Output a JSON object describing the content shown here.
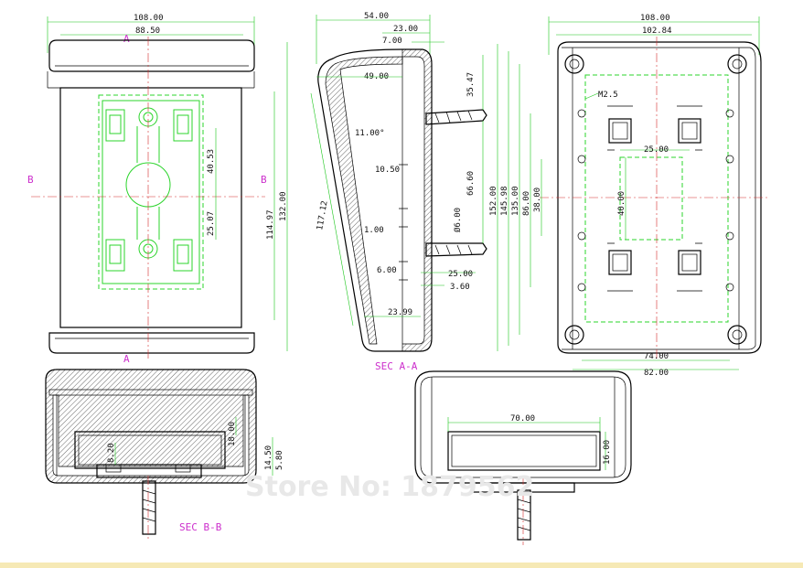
{
  "labels": {
    "sec_aa": "SEC A-A",
    "sec_bb": "SEC B-B",
    "a_top": "A",
    "a_bottom": "A",
    "b_left": "B",
    "b_right": "B",
    "watermark": "Store No: 1879562"
  },
  "dims": {
    "front_108": "108.00",
    "front_88_50": "88.50",
    "front_40_53": "40.53",
    "front_25_07": "25.07",
    "front_114_97": "114.97",
    "front_132": "132.00",
    "side_54": "54.00",
    "side_23": "23.00",
    "side_7": "7.00",
    "side_49": "49.00",
    "side_35_47": "35.47",
    "side_11_deg": "11.00°",
    "side_10_50": "10.50",
    "side_66_60": "66.60",
    "side_117_12": "117.12",
    "side_1": "1.00",
    "side_dia6": "Ø6.00",
    "side_6": "6.00",
    "side_25": "25.00",
    "side_3_60": "3.60",
    "side_23_99": "23.99",
    "back_108": "108.00",
    "back_102_84": "102.84",
    "back_m2_5": "M2.5",
    "back_25": "25.00",
    "back_152": "152.00",
    "back_145_98": "145.98",
    "back_135": "135.00",
    "back_86": "86.00",
    "back_38": "38.00",
    "back_40": "40.00",
    "back_74": "74.00",
    "back_82": "82.00",
    "bb_18": "18.00",
    "bb_8_20": "8.20",
    "bb_14_50": "14.50",
    "bb_5_80": "5.80",
    "end_70": "70.00",
    "end_16": "16.00"
  },
  "colors": {
    "outline": "#000000",
    "dimension": "#1ac61a",
    "centerline": "#d42b2b",
    "section_label": "#cc2fcc"
  }
}
